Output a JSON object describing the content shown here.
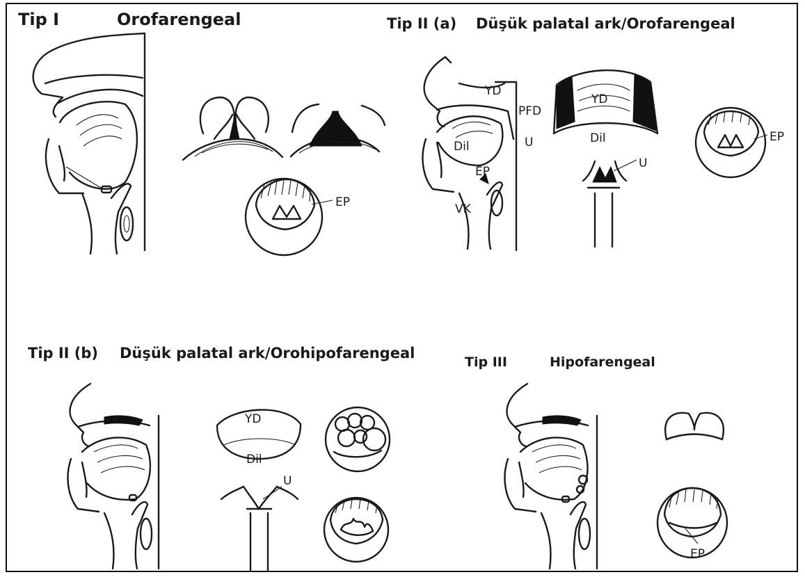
{
  "panels": [
    {
      "tip": "Tip I",
      "name": "Orofarengeal"
    },
    {
      "tip": "Tip II (a)",
      "name": "Düşük palatal ark/Orofarengeal"
    },
    {
      "tip": "Tip II (b)",
      "name": "Düşük palatal ark/Orohipofarengeal"
    },
    {
      "tip": "Tip III",
      "name": "Hipofarengeal"
    }
  ],
  "labels": {
    "ep": "EP",
    "yd": "YD",
    "pfd": "PFD",
    "u": "U",
    "dil": "Dil",
    "vk": "VK"
  }
}
